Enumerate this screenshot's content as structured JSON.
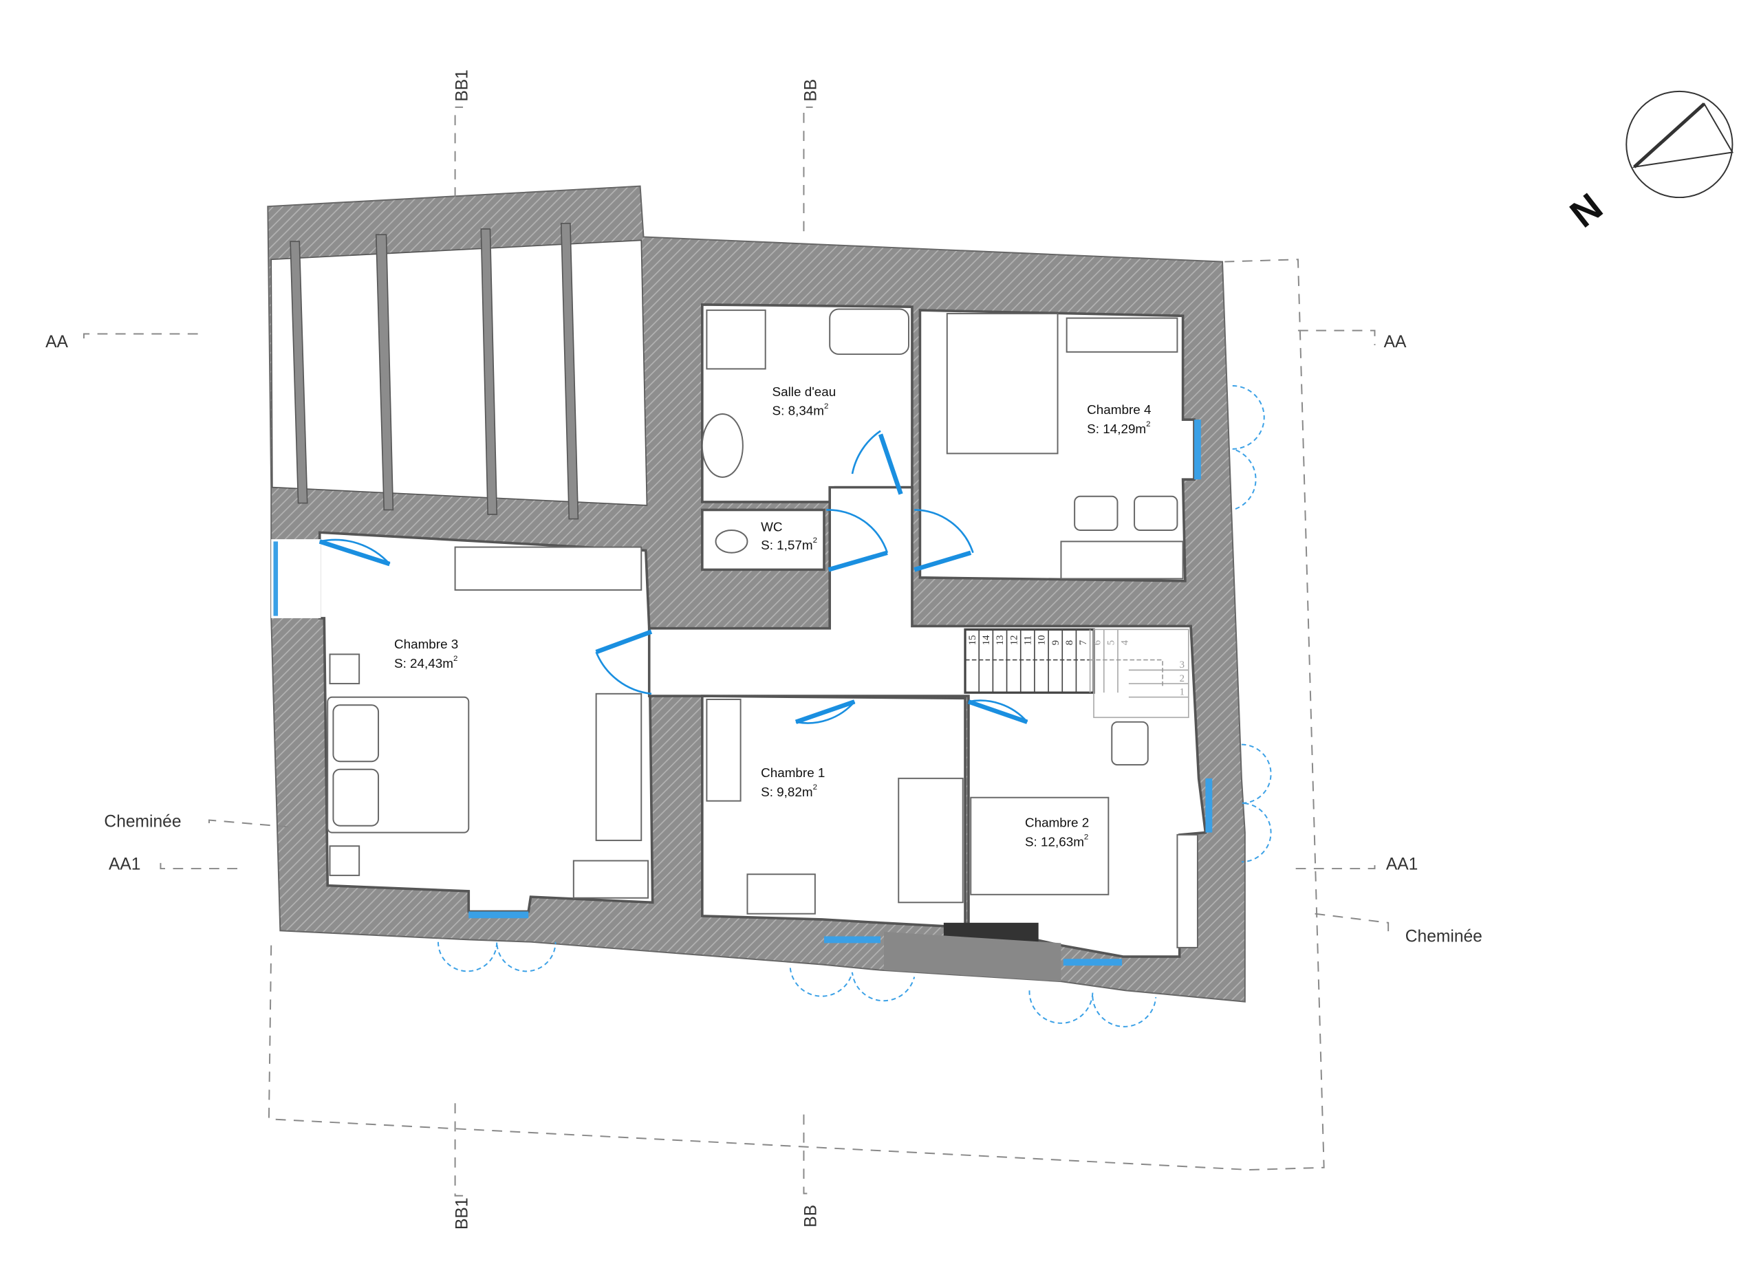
{
  "plan": {
    "rooms": [
      {
        "name": "Salle d'eau",
        "area": "S: 8,34m",
        "sup": "2"
      },
      {
        "name": "WC",
        "area": "S: 1,57m",
        "sup": "2"
      },
      {
        "name": "Chambre 4",
        "area": "S: 14,29m",
        "sup": "2"
      },
      {
        "name": "Chambre 3",
        "area": "S: 24,43m",
        "sup": "2"
      },
      {
        "name": "Chambre 1",
        "area": "S: 9,82m",
        "sup": "2"
      },
      {
        "name": "Chambre 2",
        "area": "S: 12,63m",
        "sup": "2"
      }
    ],
    "sections": {
      "aa": "AA",
      "aa1": "AA1",
      "bb": "BB",
      "bb1": "BB1",
      "chimney": "Cheminée"
    },
    "stairs": [
      "1",
      "2",
      "3",
      "4",
      "5",
      "6",
      "7",
      "8",
      "9",
      "10",
      "11",
      "12",
      "13",
      "14",
      "15"
    ],
    "north": "N",
    "colors": {
      "wall": "#8c8c8c",
      "door": "#1a8fe0",
      "window": "#3aa0e6"
    }
  }
}
